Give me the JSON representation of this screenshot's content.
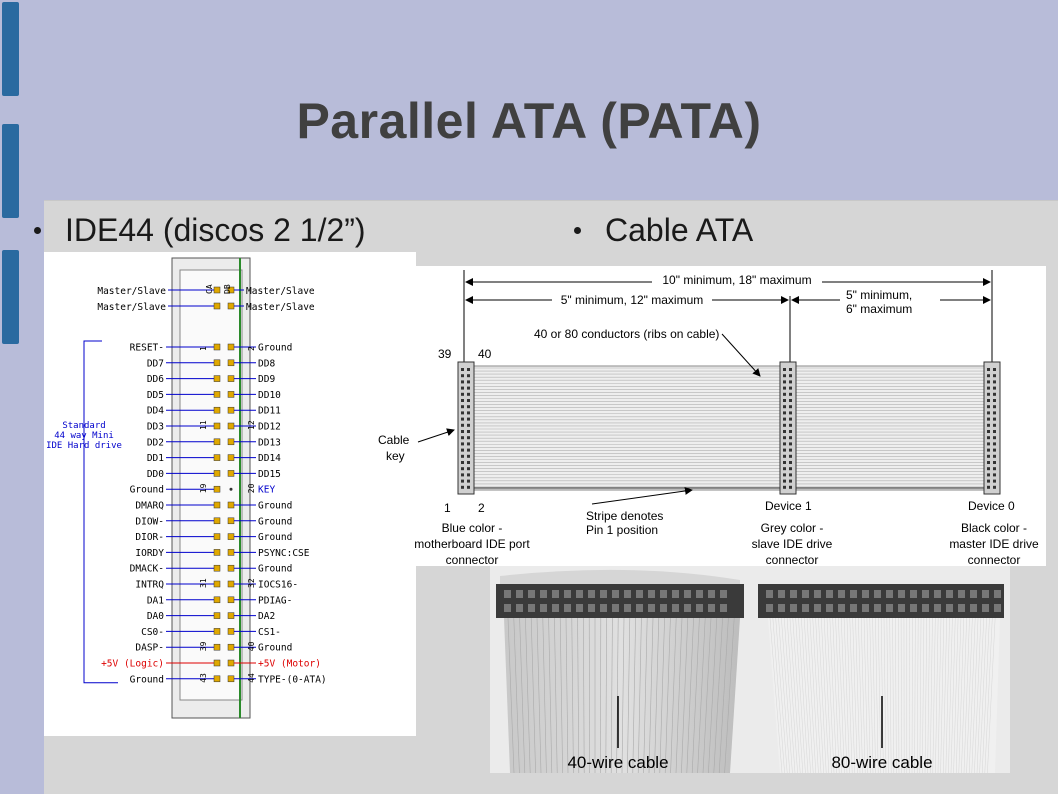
{
  "slide": {
    "title": "Parallel ATA (PATA)",
    "bullets": [
      "IDE44 (discos 2 1/2”)",
      "Cable ATA"
    ]
  },
  "pinout": {
    "top_left": [
      "Master/Slave",
      "Master/Slave"
    ],
    "top_right": [
      "Master/Slave",
      "Master/Slave"
    ],
    "col_labels": [
      "C",
      "A",
      "D",
      "B"
    ],
    "left": [
      "RESET-",
      "DD7",
      "DD6",
      "DD5",
      "DD4",
      "DD3",
      "DD2",
      "DD1",
      "DD0",
      "Ground",
      "DMARQ",
      "DIOW-",
      "DIOR-",
      "IORDY",
      "DMACK-",
      "INTRQ",
      "DA1",
      "DA0",
      "CS0-",
      "DASP-",
      "+5V (Logic)",
      "Ground"
    ],
    "right": [
      "Ground",
      "DD8",
      "DD9",
      "DD10",
      "DD11",
      "DD12",
      "DD13",
      "DD14",
      "DD15",
      "KEY",
      "Ground",
      "Ground",
      "Ground",
      "PSYNC:CSE",
      "Ground",
      "IOCS16-",
      "PDIAG-",
      "DA2",
      "CS1-",
      "Ground",
      "+5V (Motor)",
      "TYPE-(0-ATA)"
    ],
    "pin_numbers": [
      {
        "row": 0,
        "l": "1",
        "r": "2"
      },
      {
        "row": 5,
        "l": "11",
        "r": "12"
      },
      {
        "row": 9,
        "l": "19",
        "r": "20"
      },
      {
        "row": 15,
        "l": "31",
        "r": "32"
      },
      {
        "row": 19,
        "l": "39",
        "r": "40"
      },
      {
        "row": 21,
        "l": "43",
        "r": "44"
      }
    ],
    "side_label": [
      "Standard",
      "44 way Mini",
      "IDE Hard drive"
    ],
    "colors": {
      "ink": "#000000",
      "line": "#0000cc",
      "power": "#dd0000",
      "pin": "#e0a800"
    }
  },
  "cable_diagram": {
    "dims": [
      "10\" minimum, 18\" maximum",
      "5\" minimum, 12\" maximum",
      "5\" minimum,",
      "6\" maximum"
    ],
    "ribs_note": "40 or 80 conductors (ribs on cable)",
    "pin_top": [
      "39",
      "40"
    ],
    "pin_bottom": [
      "1",
      "2"
    ],
    "cable_key": [
      "Cable",
      "key"
    ],
    "stripe": [
      "Stripe denotes",
      "Pin 1 position"
    ],
    "device1": "Device 1",
    "device0": "Device 0",
    "conn_blue": [
      "Blue color -",
      "motherboard IDE port",
      "connector"
    ],
    "conn_grey": [
      "Grey color -",
      "slave IDE drive",
      "connector"
    ],
    "conn_black": [
      "Black color -",
      "master IDE drive",
      "connector"
    ]
  },
  "photo": {
    "left_caption": "40-wire cable",
    "right_caption": "80-wire cable"
  }
}
